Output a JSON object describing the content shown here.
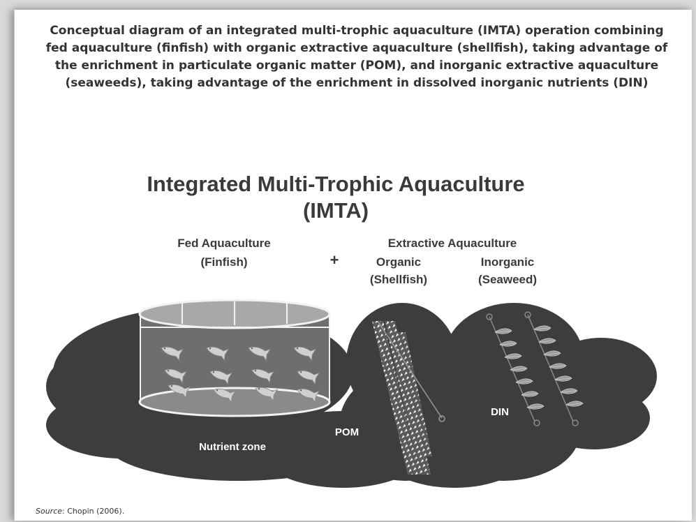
{
  "caption": "Conceptual diagram of an integrated multi-trophic aquaculture (IMTA) operation combining fed aquaculture (finfish) with organic extractive aquaculture (shellfish), taking advantage of the enrichment in particulate organic matter (POM), and inorganic extractive aquaculture (seaweeds), taking advantage of the enrichment in dissolved inorganic nutrients (DIN)",
  "diagram": {
    "title_line1": "Integrated Multi-Trophic Aquaculture",
    "title_line2": "(IMTA)",
    "fed_label": "Fed  Aquaculture",
    "fed_sub": "(Finfish)",
    "plus": "+",
    "extractive_label": "Extractive  Aquaculture",
    "organic_label": "Organic",
    "organic_sub": "(Shellfish)",
    "inorganic_label": "Inorganic",
    "inorganic_sub": "(Seaweed)",
    "nutrient_zone": "Nutrient zone",
    "pom": "POM",
    "din": "DIN"
  },
  "source": {
    "prefix": "Source",
    "text": ": Chopin (2006)."
  }
}
